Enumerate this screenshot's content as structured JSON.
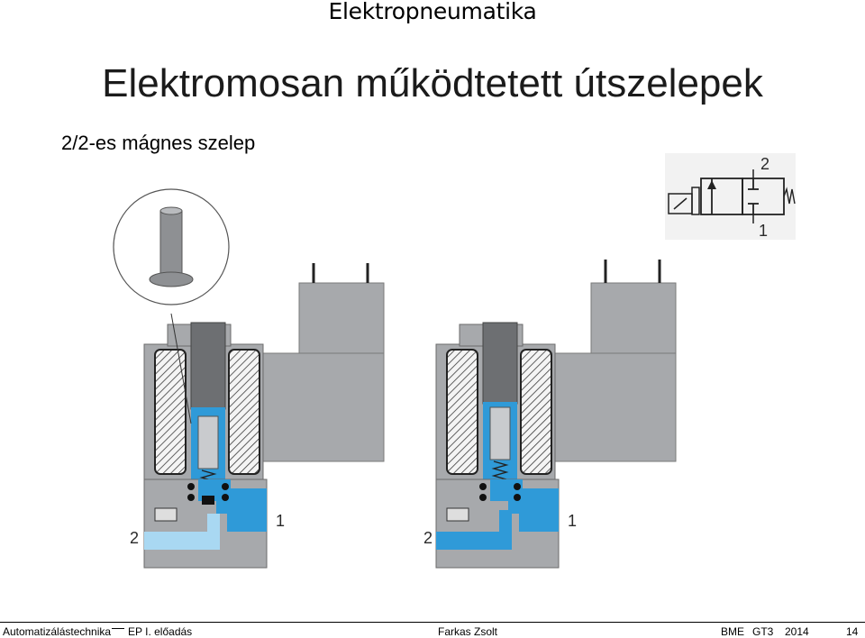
{
  "header": {
    "title": "Elektropneumatika"
  },
  "slide": {
    "title": "Elektromosan működtetett útszelepek",
    "subtitle": "2/2-es mágnes szelep"
  },
  "figure": {
    "left_valve": {
      "port_2": "2",
      "port_1": "1"
    },
    "right_valve": {
      "port_2": "2",
      "port_1": "1"
    },
    "symbol": {
      "port_2": "2",
      "port_1": "1"
    },
    "colors": {
      "body": "#a7a9ac",
      "coil": "#8c8e91",
      "pressurized": "#2f9ad8",
      "exhaust": "#a9d8f2",
      "armature": "#6d6f72"
    }
  },
  "footer": {
    "course": "Automatizálástechnika",
    "lecture": "EP I. előadás",
    "author": "Farkas Zsolt",
    "school": "BME",
    "code": "GT3",
    "year": "2014",
    "page": "14"
  }
}
